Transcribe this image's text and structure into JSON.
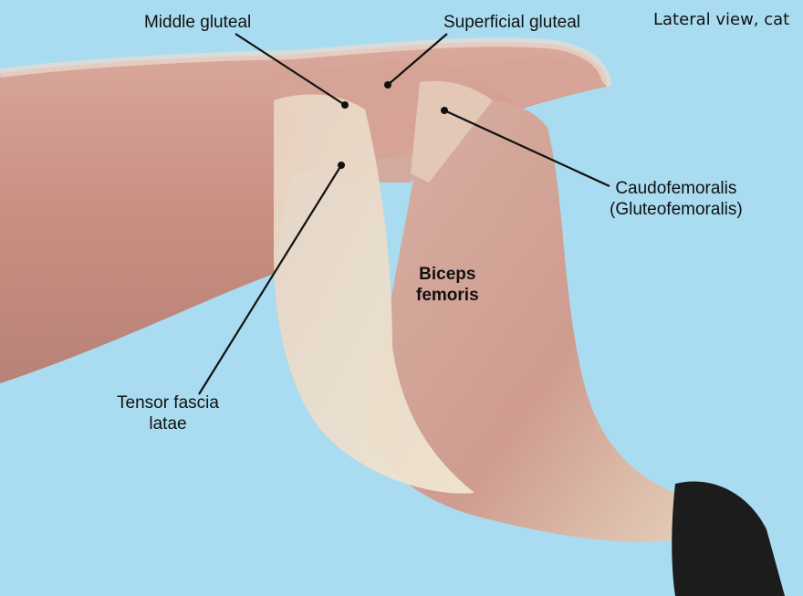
{
  "labels": {
    "middle_gluteal": "Middle gluteal",
    "superficial_gluteal": "Superficial gluteal",
    "view": "Lateral view, cat",
    "caudofemoralis_line1": "Caudofemoralis",
    "caudofemoralis_line2": "(Gluteofemoralis)",
    "biceps_line1": "Biceps",
    "biceps_line2": "femoris",
    "tensor_line1": "Tensor fascia",
    "tensor_line2": "latae"
  },
  "colors": {
    "background": "#a9dcf0",
    "muscle": "#cf9a8c",
    "fascia": "#e8d9c2",
    "leader_line": "#111111",
    "fur": "#1c1c1c"
  }
}
